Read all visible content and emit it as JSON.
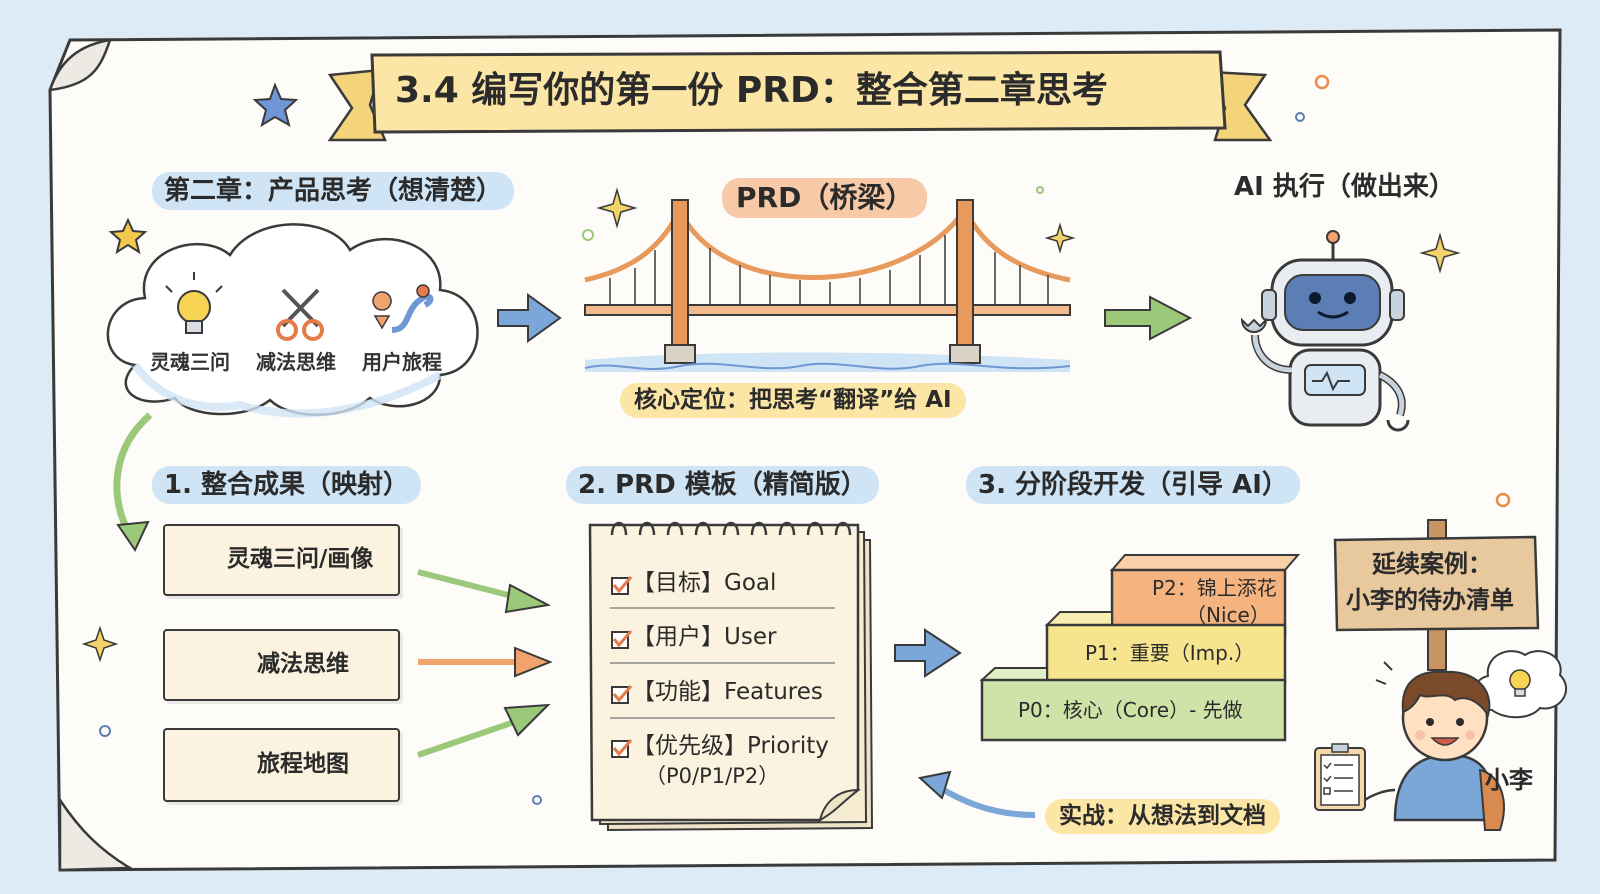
{
  "title": "3.4 编写你的第一份 PRD：整合第二章思考",
  "top": {
    "chapter_label": "第二章：产品思考（想清楚）",
    "cloud_items": [
      {
        "label": "灵魂三问",
        "icon": "lightbulb-icon"
      },
      {
        "label": "减法思维",
        "icon": "scissors-icon"
      },
      {
        "label": "用户旅程",
        "icon": "route-map-icon"
      }
    ],
    "prd_label": "PRD（桥梁）",
    "bridge_caption": "核心定位：把思考“翻译”给 AI",
    "ai_label": "AI 执行（做出来）"
  },
  "sections": {
    "integrate_label": "1. 整合成果（映射）",
    "template_label": "2. PRD 模板（精简版）",
    "phase_label": "3. 分阶段开发（引导 AI）"
  },
  "mapping_cards": [
    {
      "label": "灵魂三问/画像",
      "icon": "question-mark-icon"
    },
    {
      "label": "减法思维",
      "icon": "trash-can-icon"
    },
    {
      "label": "旅程地图",
      "icon": "folded-map-icon"
    }
  ],
  "notebook_items": [
    {
      "text": "【目标】Goal"
    },
    {
      "text": "【用户】User"
    },
    {
      "text": "【功能】Features"
    },
    {
      "text": "【优先级】Priority",
      "sub": "（P0/P1/P2）"
    }
  ],
  "priority_steps": [
    {
      "line1": "P0：核心（Core）- 先做",
      "color": "#cfe3a8"
    },
    {
      "line1": "P1：重要（Imp.）",
      "color": "#f6e48e"
    },
    {
      "line1": "P2：锦上添花",
      "line2": "（Nice）",
      "color": "#f5b47f"
    }
  ],
  "sign": {
    "line1": "延续案例：",
    "line2": "小李的待办清单"
  },
  "character_name": "小李",
  "practice_label": "实战：从想法到文档",
  "colors": {
    "paper": "#fdfcf8",
    "banner": "#fbe6a5",
    "blue_arrow": "#7aa6d8",
    "green_arrow": "#9cc87a",
    "orange_arrow": "#f1a36d",
    "bridge": "#e89a5c"
  }
}
